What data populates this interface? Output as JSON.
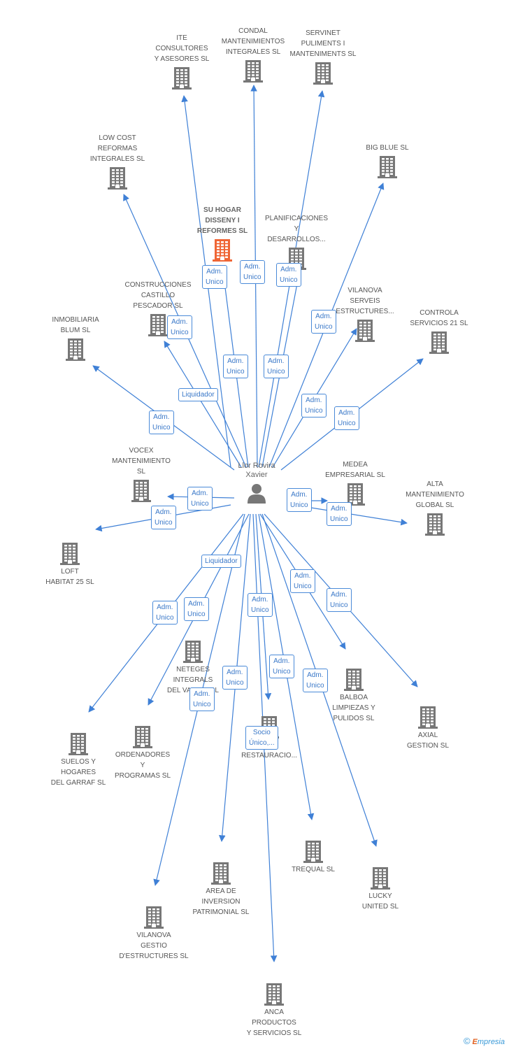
{
  "colors": {
    "edge": "#3f80d6",
    "building": "#777777",
    "building_highlight": "#ef6535",
    "person": "#777777"
  },
  "center": {
    "id": "person",
    "label": "Llor Rovira\nXavier",
    "icon": "person-icon"
  },
  "companies": [
    {
      "id": "ite",
      "label": "ITE\nCONSULTORES\nY ASESORES SL"
    },
    {
      "id": "condal",
      "label": "CONDAL\nMANTENIMIENTOS\nINTEGRALES SL"
    },
    {
      "id": "servinet",
      "label": "SERVINET\nPULIMENTS I\nMANTENIMENTS SL"
    },
    {
      "id": "bigblue",
      "label": "BIG BLUE SL"
    },
    {
      "id": "lowcost",
      "label": "LOW COST\nREFORMAS\nINTEGRALES SL"
    },
    {
      "id": "suhogar",
      "label": "SU HOGAR\nDISSENY I\nREFORMES SL",
      "highlight": true
    },
    {
      "id": "planif",
      "label": "PLANIFICACIONES\nY\nDESARROLLOS..."
    },
    {
      "id": "construcciones",
      "label": "CONSTRUCCIONES\nCASTILLO\nPESCADOR SL"
    },
    {
      "id": "vilanovaserveis",
      "label": "VILANOVA\nSERVEIS\nESTRUCTURES..."
    },
    {
      "id": "controla",
      "label": "CONTROLA\nSERVICIOS 21 SL"
    },
    {
      "id": "inmobiliaria",
      "label": "INMOBILIARIA\nBLUM SL"
    },
    {
      "id": "vocex",
      "label": "VOCEX\nMANTENIMIENTO\nSL"
    },
    {
      "id": "medea",
      "label": "MEDEA\nEMPRESARIAL SL"
    },
    {
      "id": "alta",
      "label": "ALTA\nMANTENIMIENTO\nGLOBAL  SL"
    },
    {
      "id": "loft",
      "label": "LOFT\nHABITAT 25 SL"
    },
    {
      "id": "neteges",
      "label": "NETEGES\nINTEGRALS\nDEL VALLES SL"
    },
    {
      "id": "balboa",
      "label": "BALBOA\nLIMPIEZAS Y\nPULIDOS SL"
    },
    {
      "id": "axial",
      "label": "AXIAL\nGESTION SL"
    },
    {
      "id": "suelos",
      "label": "SUELOS Y\nHOGARES\nDEL GARRAF SL"
    },
    {
      "id": "ordenadores",
      "label": "ORDENADORES\nY\nPROGRAMAS SL"
    },
    {
      "id": "restauracio",
      "label": "...A,\nRESTAURACIO..."
    },
    {
      "id": "trequal",
      "label": "TREQUAL SL"
    },
    {
      "id": "lucky",
      "label": "LUCKY\nUNITED SL"
    },
    {
      "id": "area",
      "label": "AREA DE\nINVERSION\nPATRIMONIAL SL"
    },
    {
      "id": "vilanovagestio",
      "label": "VILANOVA\nGESTIO\nD'ESTRUCTURES SL"
    },
    {
      "id": "anca",
      "label": "ANCA\nPRODUCTOS\nY SERVICIOS SL"
    }
  ],
  "roles": [
    {
      "id": "r_suhogar",
      "label": "Adm.\nUnico"
    },
    {
      "id": "r_condal",
      "label": "Adm.\nUnico"
    },
    {
      "id": "r_servinet",
      "label": "Adm.\nUnico"
    },
    {
      "id": "r_bigblue",
      "label": "Adm.\nUnico"
    },
    {
      "id": "r_construcciones",
      "label": "Adm.\nUnico"
    },
    {
      "id": "r_ite",
      "label": "Adm.\nUnico"
    },
    {
      "id": "r_planif",
      "label": "Adm.\nUnico"
    },
    {
      "id": "r_lowcost",
      "label": "Liquidador"
    },
    {
      "id": "r_vilanovaserveis",
      "label": "Adm.\nUnico"
    },
    {
      "id": "r_controla",
      "label": "Adm.\nUnico"
    },
    {
      "id": "r_inmobiliaria",
      "label": "Adm.\nUnico"
    },
    {
      "id": "r_vocex",
      "label": "Adm.\nUnico"
    },
    {
      "id": "r_loft",
      "label": "Adm.\nUnico"
    },
    {
      "id": "r_medea",
      "label": "Adm.\nUnico"
    },
    {
      "id": "r_alta",
      "label": "Adm.\nUnico"
    },
    {
      "id": "r_neteges",
      "label": "Liquidador"
    },
    {
      "id": "r_balboa",
      "label": "Adm.\nUnico"
    },
    {
      "id": "r_axial",
      "label": "Adm.\nUnico"
    },
    {
      "id": "r_suelos",
      "label": "Adm.\nUnico"
    },
    {
      "id": "r_ordenadores",
      "label": "Adm.\nUnico"
    },
    {
      "id": "r_anca",
      "label": "Adm.\nUnico"
    },
    {
      "id": "r_area",
      "label": "Adm.\nUnico"
    },
    {
      "id": "r_trequal",
      "label": "Adm.\nUnico"
    },
    {
      "id": "r_lucky",
      "label": "Adm.\nUnico"
    },
    {
      "id": "r_vilanovagestio",
      "label": "Adm.\nUnico"
    },
    {
      "id": "r_restauracio",
      "label": "Socio\nÚnico,..."
    }
  ],
  "footer": {
    "copyright": "©",
    "brand_first": "E",
    "brand_rest": "mpresia"
  }
}
